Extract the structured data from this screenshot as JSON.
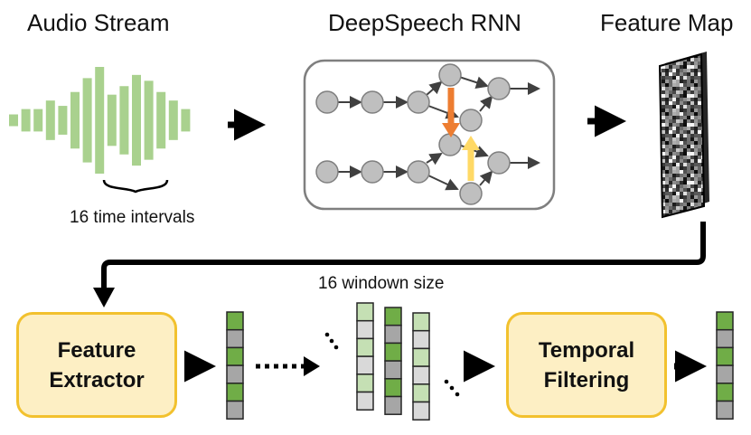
{
  "titles": {
    "audio_stream": "Audio Stream",
    "deepspeech_rnn": "DeepSpeech RNN",
    "feature_map": "Feature Map"
  },
  "annotations": {
    "time_intervals": "16 time intervals",
    "window_size": "16 windown size",
    "ellipsis": "..."
  },
  "boxes": {
    "feature_extractor": "Feature\nExtractor",
    "temporal_filtering": "Temporal\nFiltering"
  },
  "colors": {
    "waveform": "#a9d18e",
    "box_fill": "#fdefc4",
    "box_border": "#f2c12e",
    "node_fill": "#bfbfbf",
    "node_stroke": "#7f7f7f",
    "arrow_orange": "#ed7d31",
    "arrow_yellow": "#ffd966",
    "cell_green": "#70ad47",
    "cell_gray": "#a6a6a6",
    "cell_light_green": "#c5e0b4",
    "cell_light_gray": "#d9d9d9"
  },
  "waveform_levels": [
    0.11,
    0.21,
    0.21,
    0.37,
    0.27,
    0.53,
    0.79,
    1.0,
    0.48,
    0.64,
    0.85,
    0.74,
    0.53,
    0.37,
    0.21
  ]
}
